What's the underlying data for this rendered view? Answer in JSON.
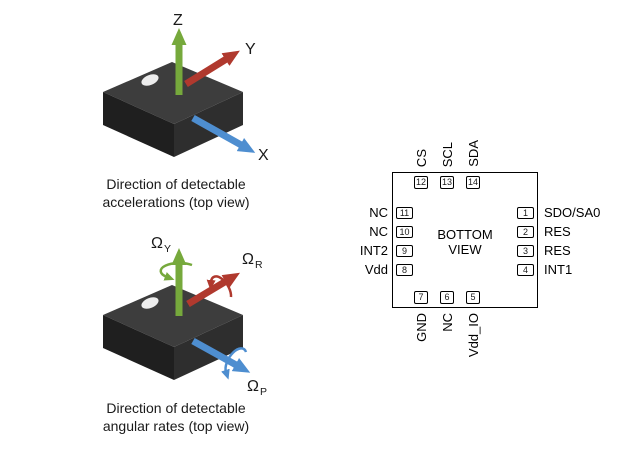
{
  "accel": {
    "axis_z": "Z",
    "axis_y": "Y",
    "axis_x": "X",
    "caption1": "Direction of detectable",
    "caption2": "accelerations (top view)"
  },
  "gyro": {
    "omega": "Ω",
    "sub_yaw": "Y",
    "sub_roll": "R",
    "sub_pitch": "P",
    "caption1": "Direction of detectable",
    "caption2": "angular rates (top view)"
  },
  "pinout": {
    "center1": "BOTTOM",
    "center2": "VIEW",
    "top": [
      {
        "num": "12",
        "label": "CS"
      },
      {
        "num": "13",
        "label": "SCL"
      },
      {
        "num": "14",
        "label": "SDA"
      }
    ],
    "left": [
      {
        "num": "11",
        "label": "NC"
      },
      {
        "num": "10",
        "label": "NC"
      },
      {
        "num": "9",
        "label": "INT2"
      },
      {
        "num": "8",
        "label": "Vdd"
      }
    ],
    "right": [
      {
        "num": "1",
        "label": "SDO/SA0"
      },
      {
        "num": "2",
        "label": "RES"
      },
      {
        "num": "3",
        "label": "RES"
      },
      {
        "num": "4",
        "label": "INT1"
      }
    ],
    "bottom": [
      {
        "num": "7",
        "label": "GND"
      },
      {
        "num": "6",
        "label": "NC"
      },
      {
        "num": "5",
        "label": "Vdd_IO"
      }
    ]
  },
  "colors": {
    "z_green": "#76a93c",
    "y_red": "#b0392e",
    "x_blue": "#4e8ed0",
    "chip_top": "#3d3d3d",
    "chip_left": "#1f1f1f",
    "chip_right": "#2e2e2e",
    "hole": "#ededed"
  }
}
